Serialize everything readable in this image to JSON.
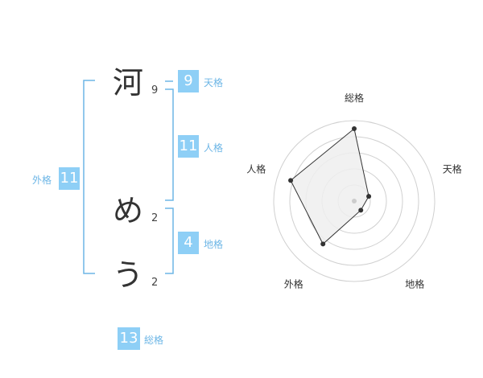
{
  "name_chars": [
    {
      "char": "河",
      "strokes": "9"
    },
    {
      "char": "め",
      "strokes": "2"
    },
    {
      "char": "う",
      "strokes": "2"
    }
  ],
  "fortunes": {
    "tenkaku": {
      "label": "天格",
      "value": "9"
    },
    "jinkaku": {
      "label": "人格",
      "value": "11"
    },
    "chikaku": {
      "label": "地格",
      "value": "4"
    },
    "gaikaku": {
      "label": "外格",
      "value": "11"
    },
    "soukaku": {
      "label": "総格",
      "value": "13"
    }
  },
  "colors": {
    "accent": "#8ecff6",
    "bracket": "#6db6e6",
    "radar_fill": "#eeeeee",
    "radar_line": "#333333"
  },
  "chart_data": {
    "type": "radar",
    "axes": [
      "総格",
      "天格",
      "地格",
      "外格",
      "人格"
    ],
    "values": [
      0.9,
      0.19,
      0.14,
      0.66,
      0.83
    ],
    "range": [
      0,
      1
    ],
    "rings": 5
  }
}
